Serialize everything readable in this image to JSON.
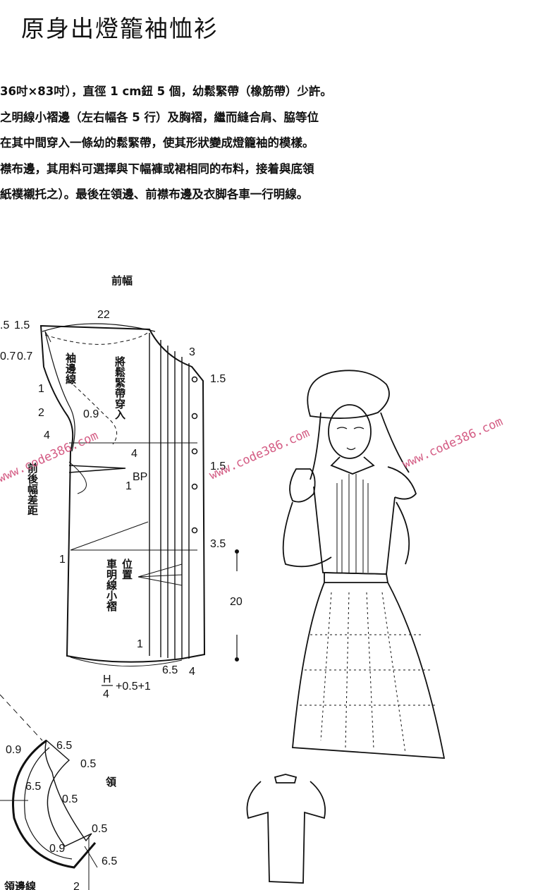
{
  "title": "原身出燈籠袖恤衫",
  "paragraph": [
    "36吋×83吋），直徑 1 cm鈕 5 個，幼鬆緊帶（橡筋帶）少許。",
    "之明線小褶邊（左右幅各 5 行）及胸褶，繼而縫合肩、脇等位",
    "在其中間穿入一條幼的鬆緊帶，使其形狀變成燈籠袖的模樣。",
    "襟布邊，其用料可選擇與下幅褲或裙相同的布料，接着與底領",
    "紙襆襯托之）。最後在領邊、前襟布邊及衣脚各車一行明線。"
  ],
  "front_piece": {
    "label": "前幅",
    "measures": {
      "top_width": "22",
      "side_a": ".5",
      "side_b": "1.5",
      "side_c": "0.7",
      "side_d": "0.7",
      "neck_drop": "3",
      "placket_top": "1.5",
      "armhole_1": "1",
      "armhole_2": "2",
      "armhole_09": "0.9",
      "armhole_4": "4",
      "dart_4": "4",
      "bp": "BP",
      "dart_1": "1",
      "placket_mid": "1.5",
      "placket_low": "3.5",
      "side_1": "1",
      "hem_1": "1",
      "hem_65": "6.5",
      "hem_4": "4",
      "length_20": "20",
      "hip_num": "H",
      "hip_den": "4",
      "hip_rest": "+0.5+1"
    },
    "notes": {
      "sleeve_edge": "袖邊線",
      "elastic": "將鬆緊帶穿入",
      "diff": "前後幅差距",
      "pleat_pos": "位置",
      "pleat_line": "車明線小褶"
    }
  },
  "collar": {
    "label": "領",
    "measures": [
      "0.9",
      "6.5",
      "0.5",
      "6.5",
      "0.5",
      "0.5",
      "0.9",
      "6.5",
      "2"
    ],
    "bottom_note": "領邊線"
  },
  "watermark": "www.code386.com",
  "colors": {
    "ink": "#111111",
    "watermark": "#d45c84"
  }
}
